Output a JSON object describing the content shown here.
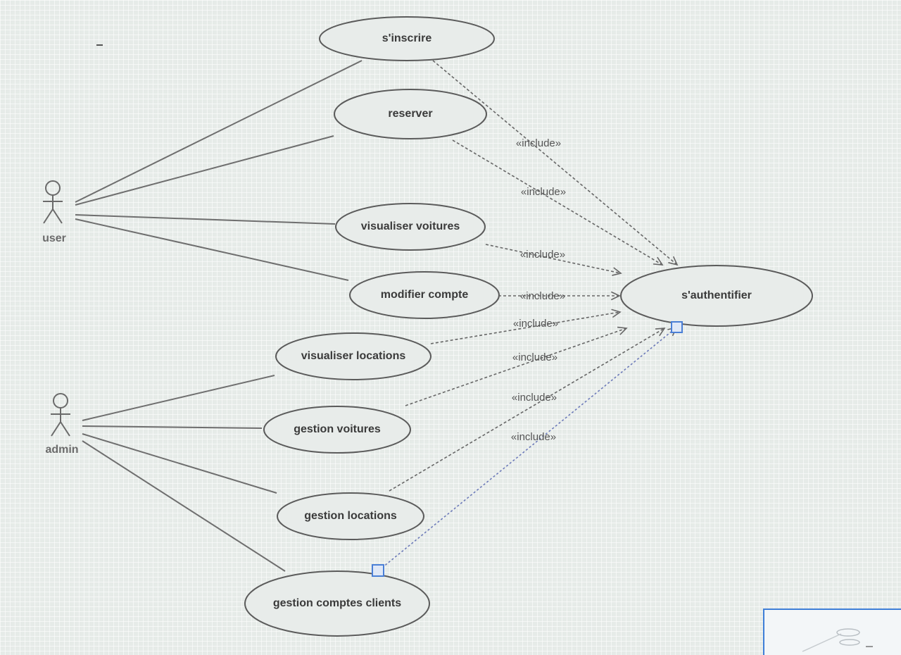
{
  "actors": [
    {
      "id": "user",
      "name": "user"
    },
    {
      "id": "admin",
      "name": "admin"
    }
  ],
  "use_cases": [
    {
      "id": "sinscrire",
      "name": "s'inscrire"
    },
    {
      "id": "reserver",
      "name": "reserver"
    },
    {
      "id": "visualiser_voitures",
      "name": "visualiser voitures"
    },
    {
      "id": "modifier_compte",
      "name": "modifier compte"
    },
    {
      "id": "visualiser_locations",
      "name": "visualiser locations"
    },
    {
      "id": "gestion_voitures",
      "name": "gestion voitures"
    },
    {
      "id": "gestion_locations",
      "name": "gestion locations"
    },
    {
      "id": "gestion_comptes_clients",
      "name": "gestion comptes clients"
    },
    {
      "id": "sauthentifier",
      "name": "s'authentifier"
    }
  ],
  "associations": [
    {
      "actor": "user",
      "use_case": "sinscrire"
    },
    {
      "actor": "user",
      "use_case": "reserver"
    },
    {
      "actor": "user",
      "use_case": "visualiser_voitures"
    },
    {
      "actor": "user",
      "use_case": "modifier_compte"
    },
    {
      "actor": "admin",
      "use_case": "visualiser_locations"
    },
    {
      "actor": "admin",
      "use_case": "gestion_voitures"
    },
    {
      "actor": "admin",
      "use_case": "gestion_locations"
    },
    {
      "actor": "admin",
      "use_case": "gestion_comptes_clients"
    }
  ],
  "include_label": "«include»",
  "includes": [
    {
      "from": "sinscrire",
      "to": "sauthentifier"
    },
    {
      "from": "reserver",
      "to": "sauthentifier"
    },
    {
      "from": "visualiser_voitures",
      "to": "sauthentifier"
    },
    {
      "from": "modifier_compte",
      "to": "sauthentifier"
    },
    {
      "from": "visualiser_locations",
      "to": "sauthentifier"
    },
    {
      "from": "gestion_voitures",
      "to": "sauthentifier"
    },
    {
      "from": "gestion_locations",
      "to": "sauthentifier"
    },
    {
      "from": "gestion_comptes_clients",
      "to": "sauthentifier",
      "selected": true
    }
  ]
}
